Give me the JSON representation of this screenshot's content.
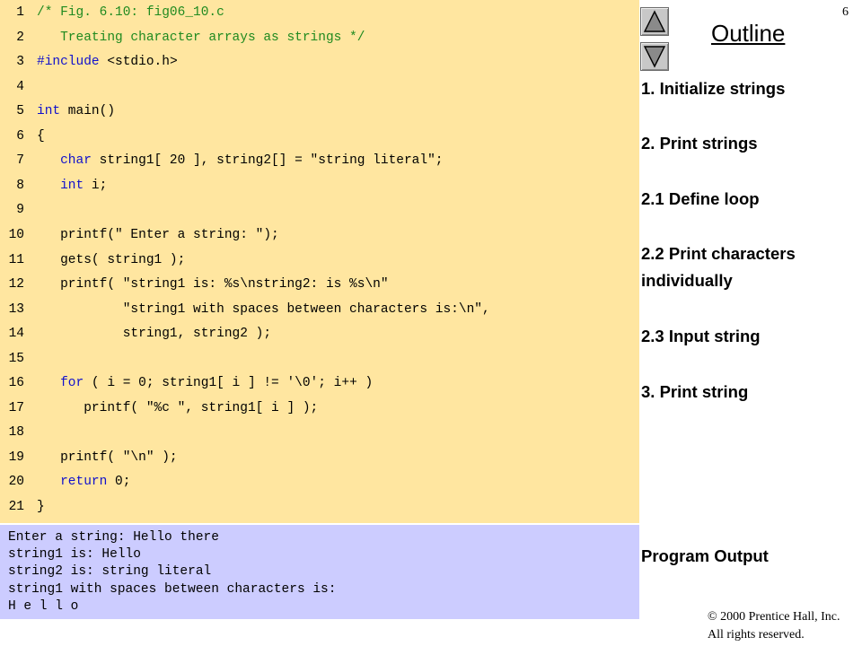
{
  "slide_number": "6",
  "code_lines": [
    {
      "n": "1",
      "tokens": [
        {
          "t": "/* Fig. 6.10: fig06_10.c",
          "c": "comment"
        }
      ]
    },
    {
      "n": "2",
      "tokens": [
        {
          "t": "   Treating character arrays as strings */",
          "c": "comment"
        }
      ]
    },
    {
      "n": "3",
      "tokens": [
        {
          "t": "#include ",
          "c": "keyword"
        },
        {
          "t": "<stdio.h>",
          "c": "plain"
        }
      ]
    },
    {
      "n": "4",
      "tokens": []
    },
    {
      "n": "5",
      "tokens": [
        {
          "t": "int",
          "c": "keyword"
        },
        {
          "t": " main()",
          "c": "plain"
        }
      ]
    },
    {
      "n": "6",
      "tokens": [
        {
          "t": "{",
          "c": "plain"
        }
      ]
    },
    {
      "n": "7",
      "tokens": [
        {
          "t": "   char",
          "c": "keyword"
        },
        {
          "t": " string1[ 20 ], string2[] = \"string literal\";",
          "c": "plain"
        }
      ]
    },
    {
      "n": "8",
      "tokens": [
        {
          "t": "   int",
          "c": "keyword"
        },
        {
          "t": " i;",
          "c": "plain"
        }
      ]
    },
    {
      "n": "9",
      "tokens": []
    },
    {
      "n": "10",
      "tokens": [
        {
          "t": "   printf(\" Enter a string: \");",
          "c": "plain"
        }
      ]
    },
    {
      "n": "11",
      "tokens": [
        {
          "t": "   gets( string1 );",
          "c": "plain"
        }
      ]
    },
    {
      "n": "12",
      "tokens": [
        {
          "t": "   printf( \"string1 is: %s\\nstring2: is %s\\n\"",
          "c": "plain"
        }
      ]
    },
    {
      "n": "13",
      "tokens": [
        {
          "t": "           \"string1 with spaces between characters is:\\n\",",
          "c": "plain"
        }
      ]
    },
    {
      "n": "14",
      "tokens": [
        {
          "t": "           string1, string2 );",
          "c": "plain"
        }
      ]
    },
    {
      "n": "15",
      "tokens": []
    },
    {
      "n": "16",
      "tokens": [
        {
          "t": "   for",
          "c": "keyword"
        },
        {
          "t": " ( i = 0; string1[ i ] != '\\0'; i++ )",
          "c": "plain"
        }
      ]
    },
    {
      "n": "17",
      "tokens": [
        {
          "t": "      printf( \"%c \", string1[ i ] );",
          "c": "plain"
        }
      ]
    },
    {
      "n": "18",
      "tokens": []
    },
    {
      "n": "19",
      "tokens": [
        {
          "t": "   printf( \"\\n\" );",
          "c": "plain"
        }
      ]
    },
    {
      "n": "20",
      "tokens": [
        {
          "t": "   return",
          "c": "keyword"
        },
        {
          "t": " 0;",
          "c": "plain"
        }
      ]
    },
    {
      "n": "21",
      "tokens": [
        {
          "t": "}",
          "c": "plain"
        }
      ]
    }
  ],
  "output_lines": [
    "Enter a string: Hello there",
    "string1 is: Hello",
    "string2 is: string literal",
    "string1 with spaces between characters is:",
    "H e l l o"
  ],
  "outline": {
    "title": "Outline",
    "up_icon": "triangle-up-icon",
    "down_icon": "triangle-down-icon",
    "items": [
      [
        "1.  Initialize strings"
      ],
      [
        "2.  Print strings"
      ],
      [
        "2.1  Define loop"
      ],
      [
        "2.2  Print characters",
        "individually"
      ],
      [
        "2.3  Input string"
      ],
      [
        "3.  Print string"
      ],
      [
        "Program Output"
      ]
    ]
  },
  "copyright": {
    "line1": "© 2000 Prentice Hall, Inc.",
    "line2": "All rights reserved."
  },
  "colors": {
    "code_bg": "#ffe6a0",
    "output_bg": "#ccccff",
    "comment": "#1f8a1f",
    "keyword": "#1111cc"
  }
}
